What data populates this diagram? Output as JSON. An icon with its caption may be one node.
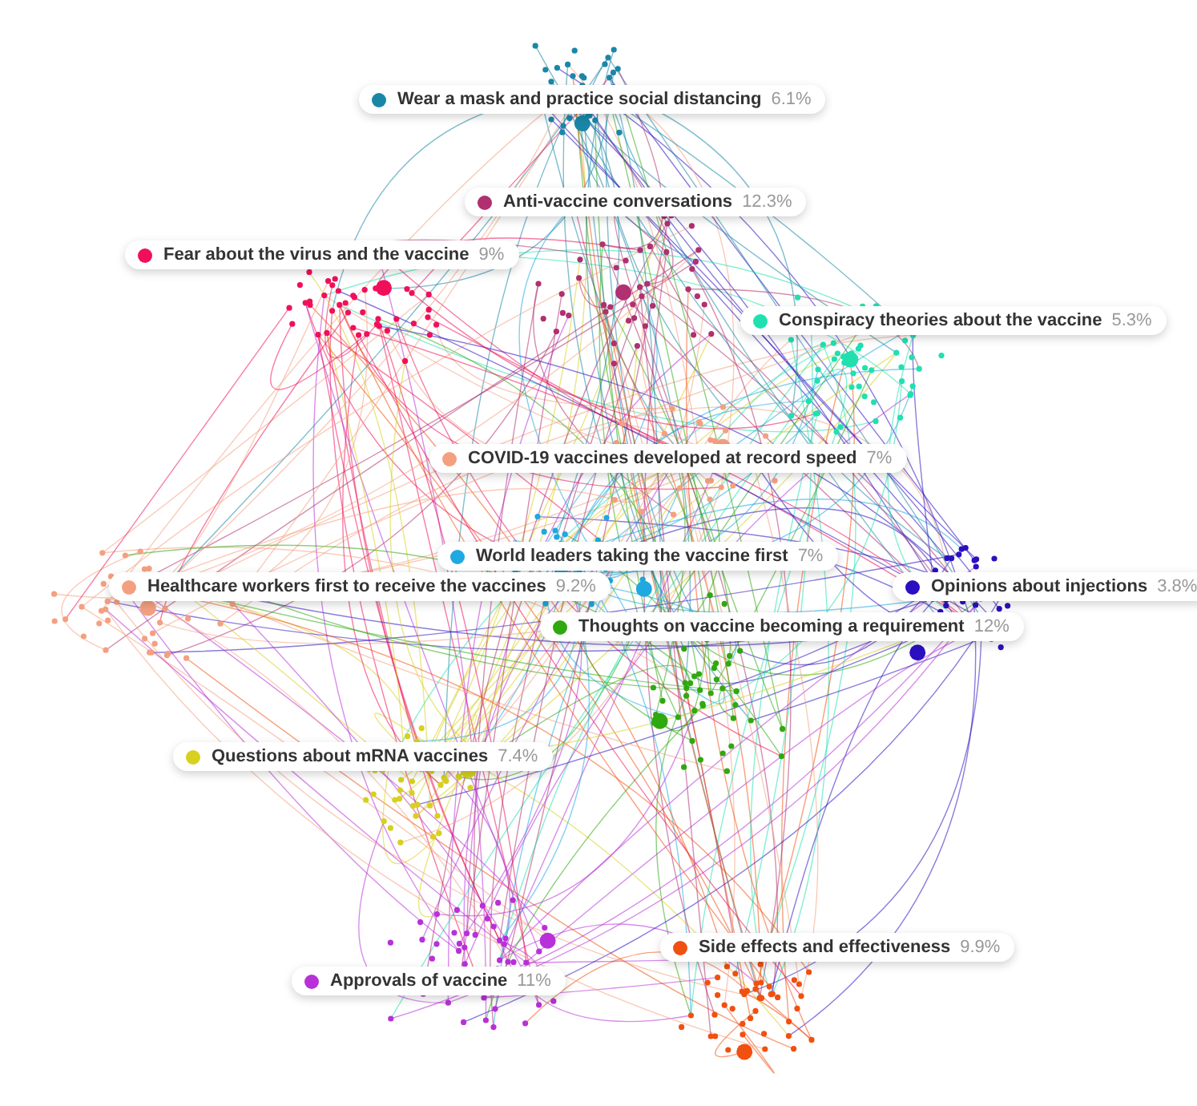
{
  "diagram": {
    "nodes": [
      {
        "text": [
          "Wear a mask and practice social distancing",
          "6.1%"
        ]
      },
      {
        "text": [
          "Anti-vaccine conversations",
          "12.3%"
        ]
      },
      {
        "text": [
          "Fear about the virus and the vaccine",
          "9%"
        ]
      },
      {
        "text": [
          "Conspiracy theories about the vaccine",
          "5.3%"
        ]
      },
      {
        "text": [
          "COVID-19 vaccines developed at record speed",
          "7%"
        ]
      },
      {
        "text": [
          "World leaders taking the vaccine first",
          "7%"
        ]
      },
      {
        "text": [
          "Healthcare workers first to receive the vaccines",
          "9.2%"
        ]
      },
      {
        "text": [
          "Opinions about injections",
          "3.8%"
        ]
      },
      {
        "text": [
          "Thoughts on vaccine becoming a requirement",
          "12%"
        ]
      },
      {
        "text": [
          "Questions about mRNA vaccines",
          "7.4%"
        ]
      },
      {
        "text": [
          "Side effects and effectiveness",
          "9.9%"
        ]
      },
      {
        "text": [
          "Approvals of vaccine",
          "11%"
        ]
      }
    ]
  }
}
